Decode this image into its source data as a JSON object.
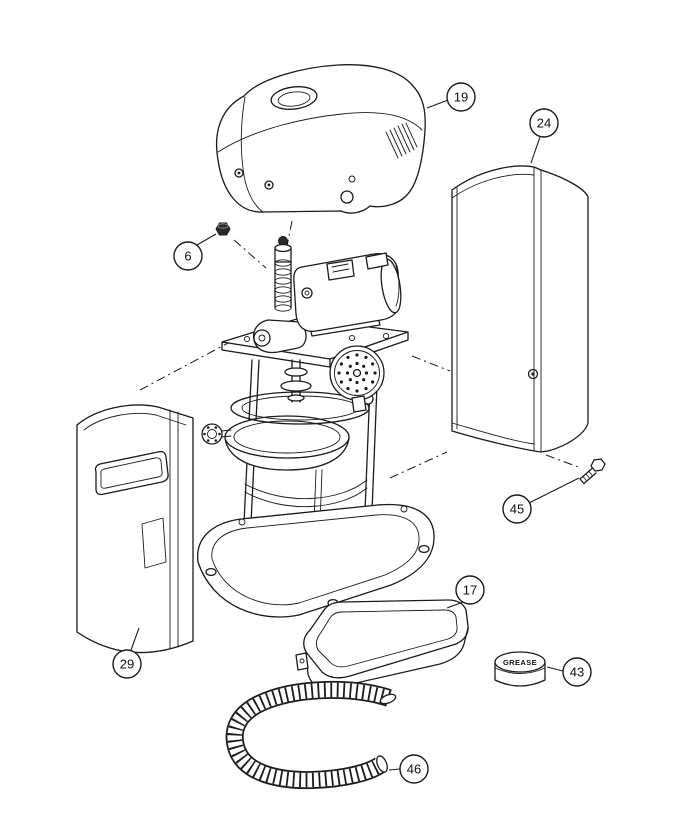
{
  "canvas": {
    "background": "#ffffff",
    "ink": "#1b1b1b"
  },
  "callouts": [
    {
      "label": "19"
    },
    {
      "label": "24"
    },
    {
      "label": "6"
    },
    {
      "label": "45"
    },
    {
      "label": "17"
    },
    {
      "label": "29"
    },
    {
      "label": "43"
    },
    {
      "label": "46"
    }
  ],
  "labels": {
    "grease": "GREASE"
  }
}
